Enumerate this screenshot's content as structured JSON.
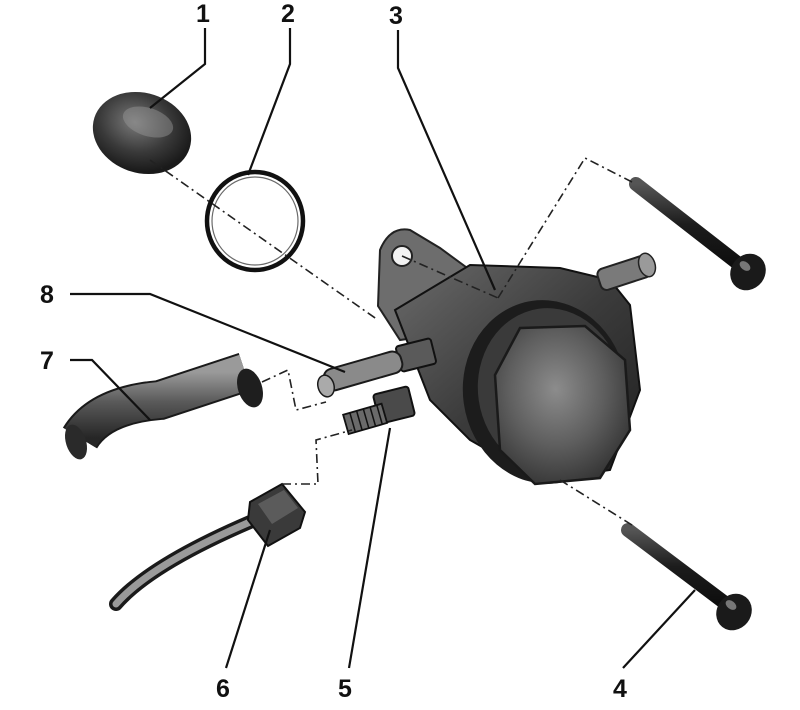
{
  "diagram": {
    "callouts": [
      {
        "id": "1",
        "label": "1"
      },
      {
        "id": "2",
        "label": "2"
      },
      {
        "id": "3",
        "label": "3"
      },
      {
        "id": "4",
        "label": "4"
      },
      {
        "id": "5",
        "label": "5"
      },
      {
        "id": "6",
        "label": "6"
      },
      {
        "id": "7",
        "label": "7"
      },
      {
        "id": "8",
        "label": "8"
      }
    ],
    "colors": {
      "ink": "#111111",
      "metal_dark": "#2a2a2a",
      "metal_mid": "#555555",
      "metal_light": "#8a8a8a",
      "background": "#ffffff"
    }
  }
}
